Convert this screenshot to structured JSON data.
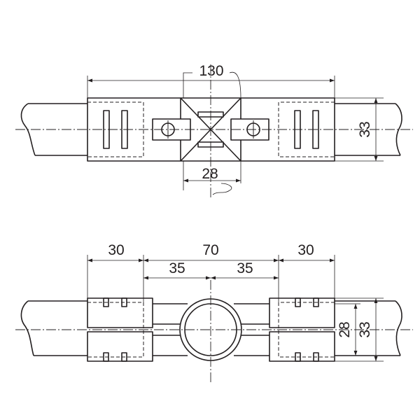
{
  "top_view": {
    "overall_length": "130",
    "height": "33",
    "center_width": "28"
  },
  "bottom_view": {
    "left_segment": "30",
    "center_segment": "70",
    "right_segment": "30",
    "center_left_half": "35",
    "center_right_half": "35",
    "inner_height": "28",
    "outer_height": "33"
  }
}
